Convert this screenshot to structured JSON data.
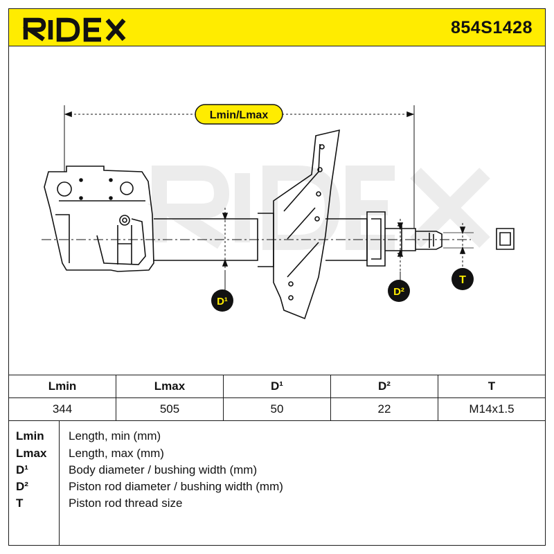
{
  "header": {
    "brand": "RIDEX",
    "part_number": "854S1428"
  },
  "drawing": {
    "dimension_label": "Lmin/Lmax",
    "badges": {
      "d1": "D¹",
      "d2": "D²",
      "t": "T"
    },
    "watermark": "RIDEX"
  },
  "specs": {
    "headers": [
      "Lmin",
      "Lmax",
      "D¹",
      "D²",
      "T"
    ],
    "values": [
      "344",
      "505",
      "50",
      "22",
      "M14x1.5"
    ]
  },
  "legend": [
    {
      "key": "Lmin",
      "desc": "Length, min (mm)"
    },
    {
      "key": "Lmax",
      "desc": "Length, max (mm)"
    },
    {
      "key": "D¹",
      "desc": "Body diameter / bushing width (mm)"
    },
    {
      "key": "D²",
      "desc": "Piston rod diameter / bushing width (mm)"
    },
    {
      "key": "T",
      "desc": "Piston rod thread size"
    }
  ],
  "colors": {
    "accent": "#ffec00",
    "ink": "#111111",
    "watermark": "#ececec"
  }
}
